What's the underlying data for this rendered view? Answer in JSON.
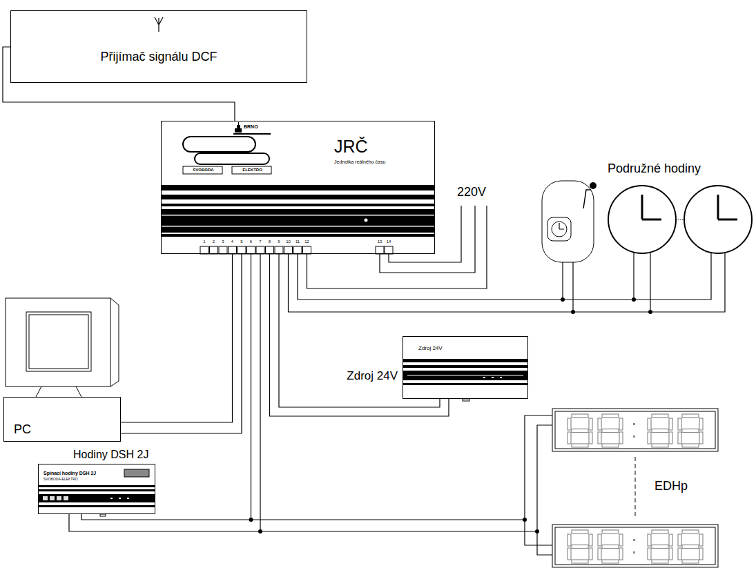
{
  "diagram": {
    "nodes": [
      {
        "text": [
          "Přijímač signálu DCF"
        ]
      },
      {
        "text": [
          "BRNO",
          "SVOBODA",
          "ELEKTRO",
          "JRČ",
          "Jednotka reálného času"
        ]
      },
      {
        "text": [
          "PC"
        ]
      },
      {
        "text": [
          "Zdroj 24V",
          "Zdroj 24V"
        ]
      },
      {
        "text": [
          "Hodiny DSH 2J",
          "Spínací hodiny DSH 2J",
          "SVOBODA-ELEKTRO"
        ]
      }
    ],
    "edges": [
      {
        "from": 0,
        "to": 1,
        "arrow": "none"
      },
      {
        "from": 1,
        "to": 2,
        "arrow": "none"
      },
      {
        "from": 1,
        "to": 3,
        "arrow": "none"
      },
      {
        "from": 1,
        "to": 4,
        "arrow": "none"
      }
    ],
    "labels": [
      "Podružné hodiny",
      "220V",
      "1",
      "2",
      "3",
      "4",
      "5",
      "6",
      "7",
      "8",
      "9",
      "10",
      "11",
      "12",
      "13",
      "14",
      "EDHp"
    ]
  }
}
